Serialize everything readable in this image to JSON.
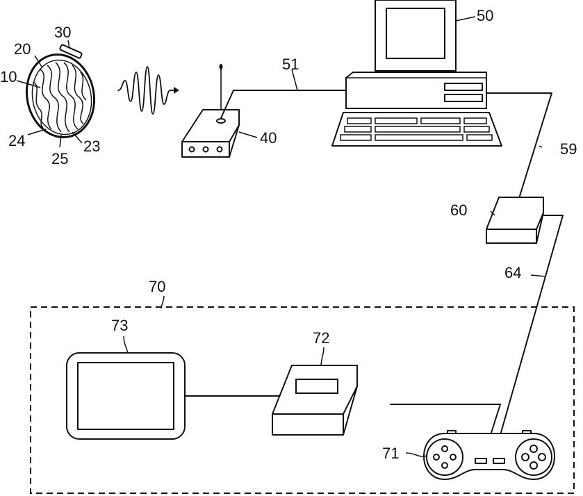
{
  "labels": {
    "l10": "10",
    "l20": "20",
    "l23": "23",
    "l24": "24",
    "l25": "25",
    "l30": "30",
    "l40": "40",
    "l50": "50",
    "l51": "51",
    "l59": "59",
    "l60": "60",
    "l64": "64",
    "l70": "70",
    "l71": "71",
    "l72": "72",
    "l73": "73"
  },
  "icons": {
    "brain_sensor": "brain-sensor-icon",
    "signal_wave": "signal-wave-icon",
    "receiver": "receiver-icon",
    "computer": "computer-icon",
    "interface_box": "interface-box-icon",
    "display": "display-monitor-icon",
    "console": "game-console-icon",
    "controller": "game-controller-icon"
  },
  "colors": {
    "ink": "#111111",
    "paper": "#ffffff"
  }
}
